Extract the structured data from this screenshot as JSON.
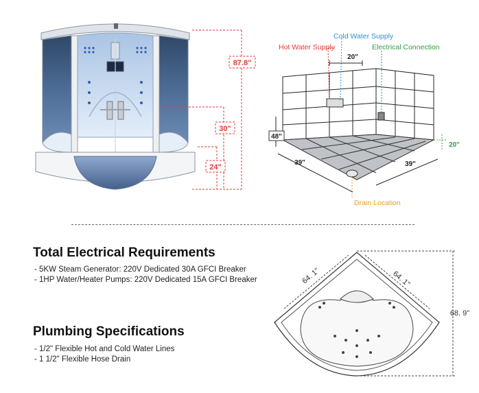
{
  "dimensions": {
    "total_height": "87.8\"",
    "seat_height": "30\"",
    "base_height": "24\""
  },
  "rough_in": {
    "hot_water": "Hot Water Supply",
    "cold_water": "Cold Water Supply",
    "electrical": "Electrical Connection",
    "supply_spacing": "20\"",
    "wall_height": "48\"",
    "elec_height": "20\"",
    "width_left": "39\"",
    "width_right": "39\"",
    "drain": "Drain Location"
  },
  "electrical": {
    "title": "Total Electrical Requirements",
    "items": [
      "- 5KW Steam Generator: 220V Dedicated 30A GFCI Breaker",
      "- 1HP Water/Heater Pumps: 220V Dedicated 15A GFCI Breaker"
    ]
  },
  "plumbing": {
    "title": "Plumbing Specifications",
    "items": [
      "- 1/2\" Flexible Hot and Cold Water Lines",
      "- 1 1/2\" Flexible Hose Drain"
    ]
  },
  "topview": {
    "side_left": "64. 1\"",
    "side_right": "64. 1\"",
    "depth": "68. 9\""
  },
  "colors": {
    "dim_red": "#e53935",
    "hot": "#e53935",
    "cold": "#2f8fd8",
    "electric": "#2e9e3e",
    "drain": "#f0a020"
  }
}
